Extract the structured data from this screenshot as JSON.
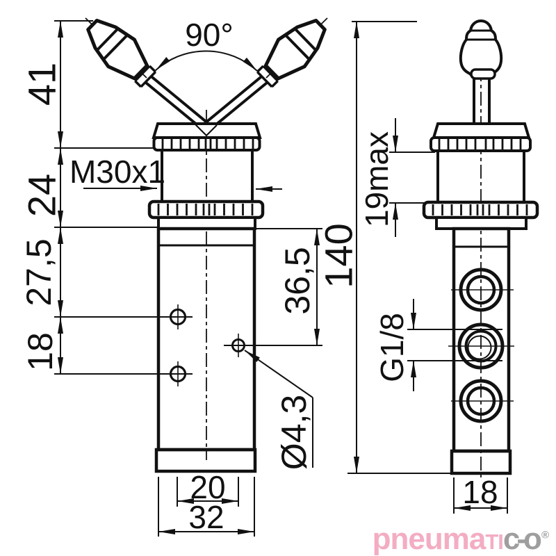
{
  "drawing": {
    "title": "Pneumatic toggle lever valve - dimensional drawing",
    "views": [
      "front-view-with-levers",
      "side-view-with-ports"
    ],
    "labels": {
      "angle": "90°",
      "lever_height": "41",
      "thread_section_height": "24",
      "upper_port_offset": "27,5",
      "port_spacing": "18",
      "mount_thread": "M30x1",
      "port_depth_from_top": "36,5",
      "total_height": "140",
      "panel_thickness_max": "19max",
      "port_thread": "G1/8",
      "mount_hole_diameter": "Ø4,3",
      "mount_hole_span": "20",
      "body_width": "32",
      "body_depth": "18"
    },
    "line_color": "#111111",
    "background": "#ffffff"
  },
  "logo": {
    "part1": "pneuma",
    "part2": "ti",
    "part3": "c",
    "dash": "-",
    "part4": "o",
    "reg": "®",
    "pink": "#f3adc2",
    "gray": "#9e9e9e"
  }
}
